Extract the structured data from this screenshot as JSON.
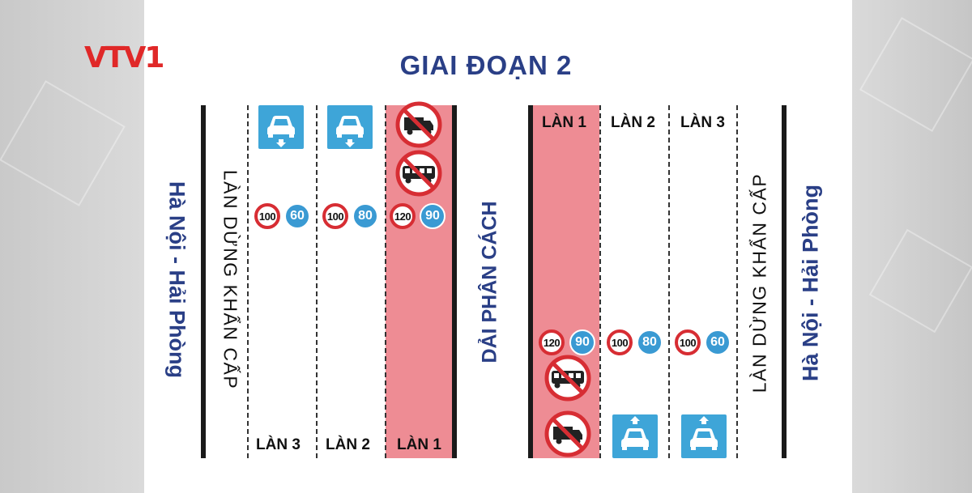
{
  "logo": {
    "text_v": "V",
    "text_t": "T",
    "text_v2": "V",
    "text_1": "1"
  },
  "title": "GIAI ĐOẠN 2",
  "left_carriageway": {
    "city": "Hà Nội - Hải Phòng",
    "emergency_lane": "LÀN DỪNG KHẨN CẤP",
    "lanes": [
      {
        "label": "LÀN 3",
        "max_speed": "100",
        "min_speed": "60",
        "sign": "car-lane-icon"
      },
      {
        "label": "LÀN 2",
        "max_speed": "100",
        "min_speed": "80",
        "sign": "car-lane-icon"
      },
      {
        "label": "LÀN 1",
        "max_speed": "120",
        "min_speed": "90",
        "prohibited": [
          "no-truck-icon",
          "no-bus-icon"
        ]
      }
    ]
  },
  "median": "DẢI PHÂN CÁCH",
  "right_carriageway": {
    "city": "Hà Nội - Hải Phòng",
    "emergency_lane": "LÀN DỪNG KHẨN CẤP",
    "lanes": [
      {
        "label": "LÀN 1",
        "max_speed": "120",
        "min_speed": "90",
        "prohibited": [
          "no-bus-icon",
          "no-truck-icon"
        ]
      },
      {
        "label": "LÀN 2",
        "max_speed": "100",
        "min_speed": "80",
        "sign": "car-lane-icon"
      },
      {
        "label": "LÀN 3",
        "max_speed": "100",
        "min_speed": "60",
        "sign": "car-lane-icon"
      }
    ]
  },
  "colors": {
    "title": "#2a3f86",
    "priority_lane": "#ee8c94",
    "lane_sign": "#3ea5d8",
    "speed_max_ring": "#d72d33",
    "speed_min": "#3a9ad3"
  }
}
